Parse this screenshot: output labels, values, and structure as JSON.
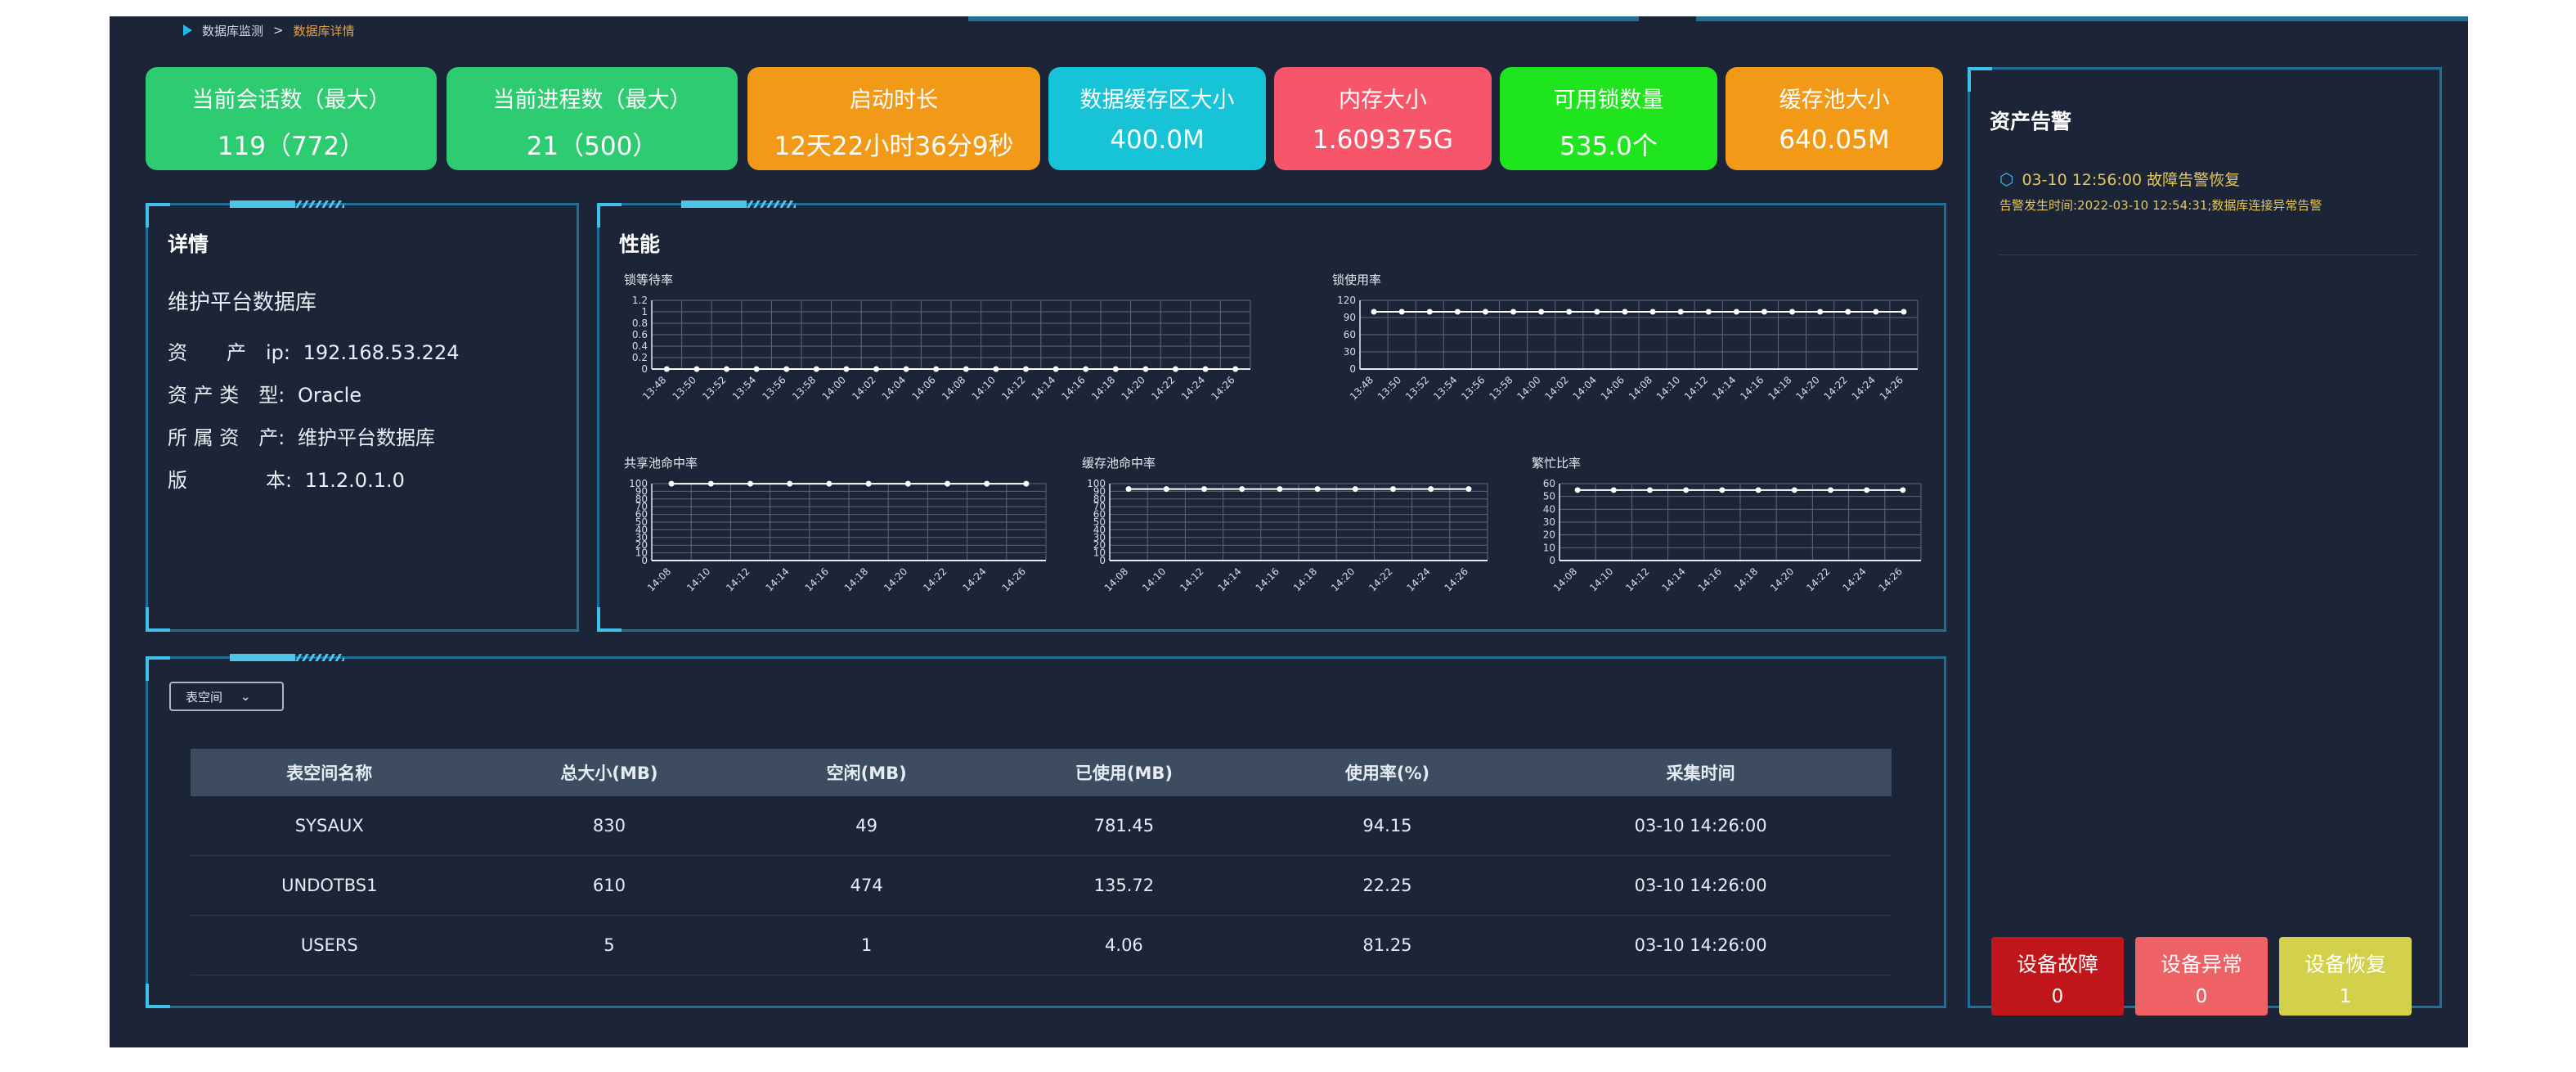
{
  "breadcrumb": {
    "parent": "数据库监测",
    "separator": ">",
    "current": "数据库详情"
  },
  "kpis": [
    {
      "title": "当前会话数（最大）",
      "value": "119（772）",
      "color": "#2ecc71"
    },
    {
      "title": "当前进程数（最大）",
      "value": "21（500）",
      "color": "#2ecc71"
    },
    {
      "title": "启动时长",
      "value": "12天22小时36分9秒",
      "color": "#f29a17"
    },
    {
      "title": "数据缓存区大小",
      "value": "400.0M",
      "color": "#17c3d6"
    },
    {
      "title": "内存大小",
      "value": "1.609375G",
      "color": "#f7566a"
    },
    {
      "title": "可用锁数量",
      "value": "535.0个",
      "color": "#1ee51e"
    },
    {
      "title": "缓存池大小",
      "value": "640.05M",
      "color": "#f29a17"
    }
  ],
  "detail": {
    "title": "详情",
    "name": "维护平台数据库",
    "rows": [
      {
        "label": "资　　产　ip:",
        "value": "192.168.53.224"
      },
      {
        "label": "资 产 类　型:",
        "value": "Oracle"
      },
      {
        "label": "所 属 资　产:",
        "value": "维护平台数据库"
      },
      {
        "label": "版　　　　本:",
        "value": "11.2.0.1.0"
      }
    ]
  },
  "performance": {
    "title": "性能"
  },
  "chart_data": [
    {
      "type": "line",
      "title": "锁等待率",
      "x": [
        "13:48",
        "13:50",
        "13:52",
        "13:54",
        "13:56",
        "13:58",
        "14:00",
        "14:02",
        "14:04",
        "14:06",
        "14:08",
        "14:10",
        "14:12",
        "14:14",
        "14:16",
        "14:18",
        "14:20",
        "14:22",
        "14:24",
        "14:26"
      ],
      "series": [
        {
          "values": [
            0,
            0,
            0,
            0,
            0,
            0,
            0,
            0,
            0,
            0,
            0,
            0,
            0,
            0,
            0,
            0,
            0,
            0,
            0,
            0
          ]
        }
      ],
      "ylim": [
        0,
        1.2
      ],
      "yticks": [
        "0",
        "0.2",
        "0.4",
        "0.6",
        "0.8",
        "1",
        "1.2"
      ],
      "grid": true
    },
    {
      "type": "line",
      "title": "锁使用率",
      "x": [
        "13:48",
        "13:50",
        "13:52",
        "13:54",
        "13:56",
        "13:58",
        "14:00",
        "14:02",
        "14:04",
        "14:06",
        "14:08",
        "14:10",
        "14:12",
        "14:14",
        "14:16",
        "14:18",
        "14:20",
        "14:22",
        "14:24",
        "14:26"
      ],
      "series": [
        {
          "values": [
            100,
            100,
            100,
            100,
            100,
            100,
            100,
            100,
            100,
            100,
            100,
            100,
            100,
            100,
            100,
            100,
            100,
            100,
            100,
            100
          ]
        }
      ],
      "ylim": [
        0,
        120
      ],
      "yticks": [
        "0",
        "30",
        "60",
        "90",
        "120"
      ],
      "grid": true
    },
    {
      "type": "line",
      "title": "共享池命中率",
      "x": [
        "14:08",
        "14:10",
        "14:12",
        "14:14",
        "14:16",
        "14:18",
        "14:20",
        "14:22",
        "14:24",
        "14:26"
      ],
      "series": [
        {
          "values": [
            99.9,
            99.9,
            99.9,
            99.9,
            99.9,
            99.9,
            99.9,
            99.9,
            99.9,
            99.9
          ]
        }
      ],
      "ylim": [
        0,
        100
      ],
      "yticks": [
        "0",
        "10",
        "20",
        "30",
        "40",
        "50",
        "60",
        "70",
        "80",
        "90",
        "100"
      ],
      "grid": true
    },
    {
      "type": "line",
      "title": "缓存池命中率",
      "x": [
        "14:08",
        "14:10",
        "14:12",
        "14:14",
        "14:16",
        "14:18",
        "14:20",
        "14:22",
        "14:24",
        "14:26"
      ],
      "series": [
        {
          "values": [
            93,
            93,
            93,
            93,
            93,
            93,
            93,
            93,
            93,
            93
          ]
        }
      ],
      "ylim": [
        0,
        100
      ],
      "yticks": [
        "0",
        "10",
        "20",
        "30",
        "40",
        "50",
        "60",
        "70",
        "80",
        "90",
        "100"
      ],
      "grid": true
    },
    {
      "type": "line",
      "title": "繁忙比率",
      "x": [
        "14:08",
        "14:10",
        "14:12",
        "14:14",
        "14:16",
        "14:18",
        "14:20",
        "14:22",
        "14:24",
        "14:26"
      ],
      "series": [
        {
          "values": [
            55,
            55,
            55,
            55,
            55,
            55,
            55,
            55,
            55,
            55
          ]
        }
      ],
      "ylim": [
        0,
        60
      ],
      "yticks": [
        "0",
        "10",
        "20",
        "30",
        "40",
        "50",
        "60"
      ],
      "grid": true
    }
  ],
  "tablespace": {
    "select_label": "表空间",
    "columns": [
      "表空间名称",
      "总大小(MB)",
      "空闲(MB)",
      "已使用(MB)",
      "使用率(%)",
      "采集时间"
    ],
    "rows": [
      [
        "SYSAUX",
        "830",
        "49",
        "781.45",
        "94.15",
        "03-10 14:26:00"
      ],
      [
        "UNDOTBS1",
        "610",
        "474",
        "135.72",
        "22.25",
        "03-10 14:26:00"
      ],
      [
        "USERS",
        "5",
        "1",
        "4.06",
        "81.25",
        "03-10 14:26:00"
      ]
    ]
  },
  "alerts": {
    "title": "资产告警",
    "items": [
      {
        "headline": "03-10 12:56:00 故障告警恢复",
        "detail": "告警发生时间:2022-03-10 12:54:31;数据库连接异常告警"
      }
    ],
    "buttons": [
      {
        "label": "设备故障",
        "count": "0",
        "color": "#c0151a"
      },
      {
        "label": "设备异常",
        "count": "0",
        "color": "#ee6266"
      },
      {
        "label": "设备恢复",
        "count": "1",
        "color": "#d3d14a"
      }
    ]
  }
}
